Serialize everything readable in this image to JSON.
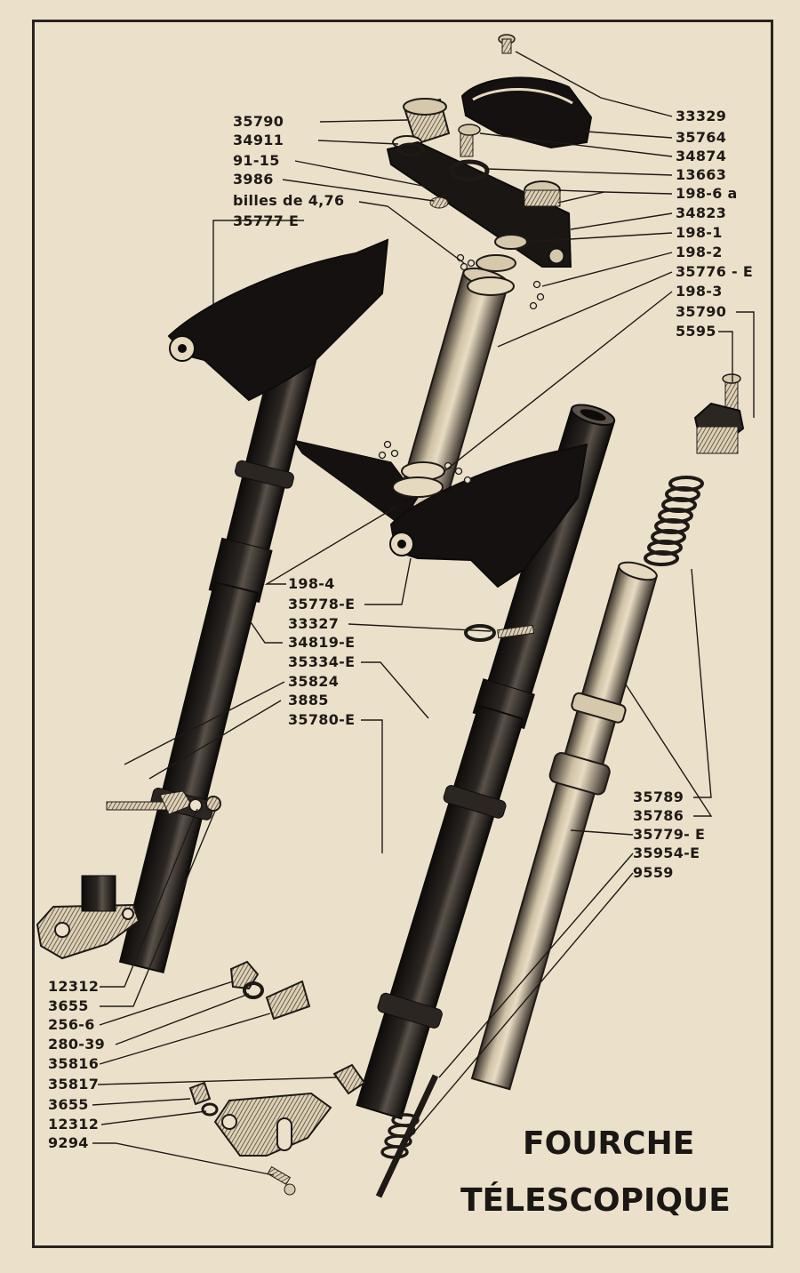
{
  "title": {
    "line1": "FOURCHE",
    "line2": "TÉLESCOPIQUE"
  },
  "labels_left_top": [
    {
      "key": "l1",
      "text": "35790"
    },
    {
      "key": "l2",
      "text": "34911"
    },
    {
      "key": "l3",
      "text": "91-15"
    },
    {
      "key": "l4",
      "text": "3986"
    },
    {
      "key": "l5",
      "text": "billes de 4,76"
    },
    {
      "key": "l6",
      "text": "35777 E"
    }
  ],
  "labels_right_top": [
    {
      "key": "r1",
      "text": "33329"
    },
    {
      "key": "r2",
      "text": "35764"
    },
    {
      "key": "r3",
      "text": "34874"
    },
    {
      "key": "r4",
      "text": "13663"
    },
    {
      "key": "r5",
      "text": "198-6 a"
    },
    {
      "key": "r6",
      "text": "34823"
    },
    {
      "key": "r7",
      "text": "198-1"
    },
    {
      "key": "r8",
      "text": "198-2"
    },
    {
      "key": "r9",
      "text": "35776 - E"
    },
    {
      "key": "r10",
      "text": "198-3"
    },
    {
      "key": "r11",
      "text": "35790"
    },
    {
      "key": "r12",
      "text": "5595"
    }
  ],
  "labels_mid": [
    {
      "key": "m1",
      "text": "198-4"
    },
    {
      "key": "m2",
      "text": "35778-E"
    },
    {
      "key": "m3",
      "text": "33327"
    },
    {
      "key": "m4",
      "text": "34819-E"
    },
    {
      "key": "m5",
      "text": "35334-E"
    },
    {
      "key": "m6",
      "text": "35824"
    },
    {
      "key": "m7",
      "text": "3885"
    },
    {
      "key": "m8",
      "text": "35780-E"
    }
  ],
  "labels_right_bottom": [
    {
      "key": "rb1",
      "text": "35789"
    },
    {
      "key": "rb2",
      "text": "35786"
    },
    {
      "key": "rb3",
      "text": "35779- E"
    },
    {
      "key": "rb4",
      "text": "35954-E"
    },
    {
      "key": "rb5",
      "text": "9559"
    }
  ],
  "labels_left_bottom": [
    {
      "key": "lb1",
      "text": "12312"
    },
    {
      "key": "lb2",
      "text": "3655"
    },
    {
      "key": "lb3",
      "text": "256-6"
    },
    {
      "key": "lb4",
      "text": "280-39"
    },
    {
      "key": "lb5",
      "text": "35816"
    },
    {
      "key": "lb6",
      "text": "35817"
    },
    {
      "key": "lb7",
      "text": "3655"
    },
    {
      "key": "lb8",
      "text": "12312"
    },
    {
      "key": "lb9",
      "text": "9294"
    }
  ],
  "colors": {
    "paper": "#ebe1cb",
    "ink": "#1f1a16"
  }
}
